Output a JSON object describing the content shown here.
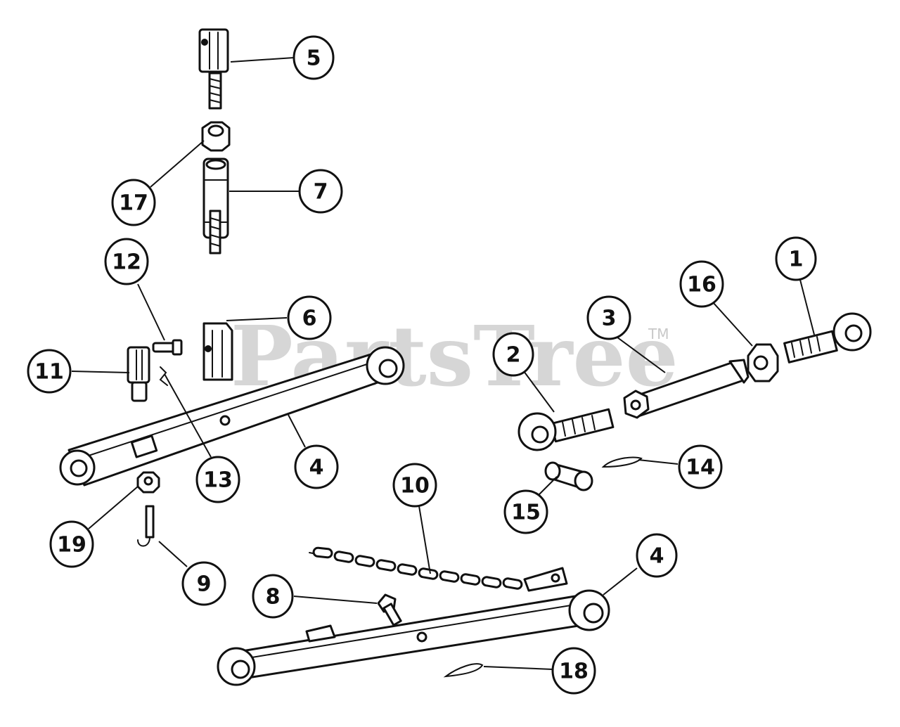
{
  "watermark": {
    "text": "PartsTree",
    "trademark": "TM"
  },
  "callouts": [
    {
      "id": "callout-5",
      "label": "5"
    },
    {
      "id": "callout-17",
      "label": "17"
    },
    {
      "id": "callout-7",
      "label": "7"
    },
    {
      "id": "callout-12",
      "label": "12"
    },
    {
      "id": "callout-6",
      "label": "6"
    },
    {
      "id": "callout-11",
      "label": "11"
    },
    {
      "id": "callout-13",
      "label": "13"
    },
    {
      "id": "callout-4a",
      "label": "4"
    },
    {
      "id": "callout-19",
      "label": "19"
    },
    {
      "id": "callout-9",
      "label": "9"
    },
    {
      "id": "callout-1",
      "label": "1"
    },
    {
      "id": "callout-16",
      "label": "16"
    },
    {
      "id": "callout-3",
      "label": "3"
    },
    {
      "id": "callout-2",
      "label": "2"
    },
    {
      "id": "callout-14",
      "label": "14"
    },
    {
      "id": "callout-15",
      "label": "15"
    },
    {
      "id": "callout-10",
      "label": "10"
    },
    {
      "id": "callout-4b",
      "label": "4"
    },
    {
      "id": "callout-8",
      "label": "8"
    },
    {
      "id": "callout-18",
      "label": "18"
    }
  ]
}
